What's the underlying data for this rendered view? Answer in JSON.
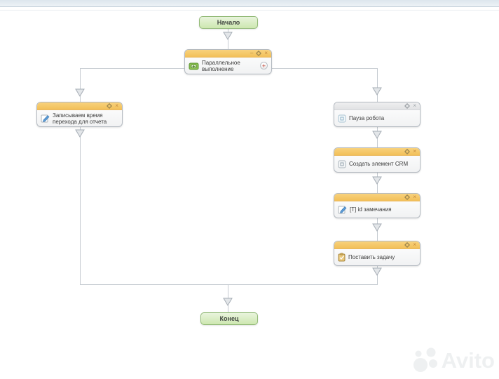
{
  "flow": {
    "start": {
      "label": "Начало"
    },
    "parallel": {
      "label": "Параллельное выполнение"
    },
    "record_time": {
      "label": "Записываем время перехода для отчета"
    },
    "pause": {
      "label": "Пауза робота"
    },
    "create_crm": {
      "label": "Создать элемент CRM"
    },
    "id_note": {
      "label": "[T] id замечания"
    },
    "task": {
      "label": "Поставить задачу"
    },
    "end": {
      "label": "Конец"
    }
  },
  "controls": {
    "minimize": "–",
    "close": "×",
    "add": "+"
  },
  "colors": {
    "header_orange": "#f2bf59",
    "header_gray": "#e1e2e4",
    "terminal_green": "#cde7b0",
    "terminal_border": "#93ba78",
    "connector_line": "#c6ccd2",
    "arrowhead_fill": "#e3e6e9",
    "add_plus": "#c0392b"
  },
  "watermark": {
    "text": "Avito"
  }
}
